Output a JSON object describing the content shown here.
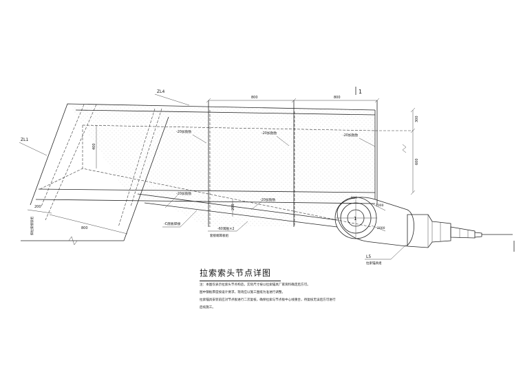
{
  "labels": {
    "zl4": "ZL4",
    "zl1": "ZL1",
    "l5": "L5",
    "section_mark": "1",
    "section_circle": "1"
  },
  "dimensions": {
    "top_left": "800",
    "top_right": "800",
    "right_upper": "300",
    "right_lower": "600",
    "left_inner": "400",
    "bottom_left": "200",
    "bottom_diag": "800",
    "mid_vertical": "200",
    "circle_radius": "R10",
    "anchor_a": "1000",
    "anchor_b": "2000"
  },
  "callouts": {
    "stiffener_1": "-20加劲肋",
    "stiffener_2": "-20加劲肋",
    "stiffener_3": "-20加劲肋",
    "stiffener_4": "-20加劲肋",
    "stiffener_5": "-20加劲肋",
    "bottom_plate": "-C底板焊接",
    "ear_plate": "-60耳板×2",
    "ear_note": "套接端耳板组",
    "left_vertical": "斜拉索接驳组",
    "anchor_note": "拉索锚具组"
  },
  "title": "拉索索头节点详图",
  "notes": [
    "注：本图仅表示拉索头节点构造，实际尺寸按以拉索锚具厂家资料确定后方可。",
    "图中钢板厚度按设计要求，现场应以施工图纸为准进行调整。",
    "拉索锚具安装前应对节点板进行二次复核，确保拉索与节点板中心线重合，待复核无误后方可进行",
    "后续施工。"
  ]
}
